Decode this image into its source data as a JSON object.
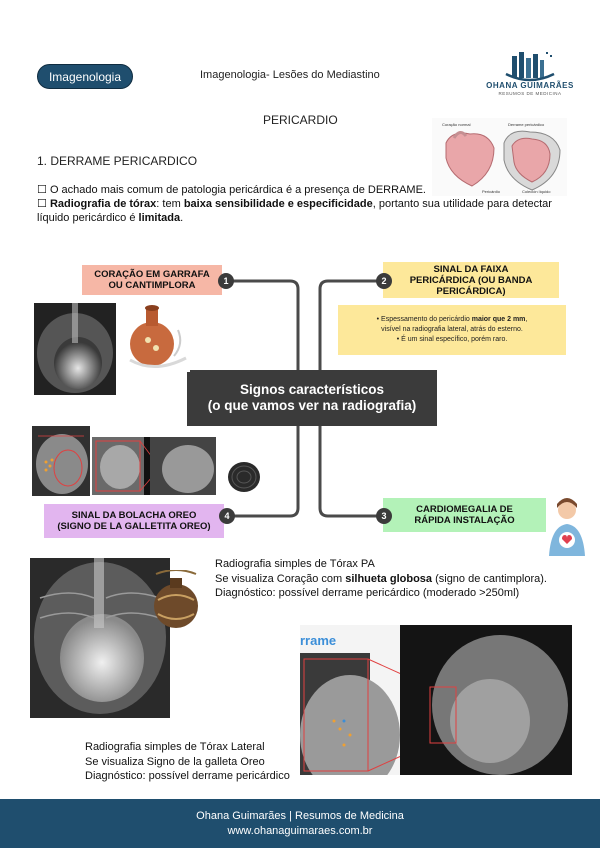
{
  "header": {
    "pill_label": "Imagenologia",
    "title": "Imagenologia- Lesões do Mediastino",
    "logo_name": "OHANA GUIMARÃES",
    "logo_sub": "RESUMOS DE MEDICINA"
  },
  "section_title": "PERICARDIO",
  "heading": "1.  DERRAME PERICARDICO",
  "heart_figure": {
    "label_left": "Coração normal",
    "label_right": "Derrame pericárdico",
    "label_bottom_left": "Pericárdio",
    "label_bottom_right": "Coleción líquido"
  },
  "paragraphs": {
    "p1": "O achado mais comum de patologia pericárdica é a presença de DERRAME.",
    "p2_bold1": "Radiografia de tórax",
    "p2_t1": ": tem ",
    "p2_bold2": "baixa sensibilidade e especificidade",
    "p2_t2": ", portanto sua utilidade para detectar líquido pericárdico é ",
    "p2_bold3": "limitada",
    "p2_t3": "."
  },
  "mindmap": {
    "central_line1": "Signos característicos",
    "central_line2": "(o que vamos ver na radiografia)",
    "n1": "1",
    "n2": "2",
    "n3": "3",
    "n4": "4",
    "b1_line1": "CORAÇÃO EM GARRAFA",
    "b1_line2": "OU CANTIMPLORA",
    "b2_line1": "SINAL DA FAIXA",
    "b2_line2": "PERICÁRDICA (OU BANDA",
    "b2_line3": "PERICÁRDICA)",
    "b2_detail_t1": "Espessamento do pericárdio ",
    "b2_detail_bold": "maior que 2 mm",
    "b2_detail_t2": ",",
    "b2_detail_line2": "visível na radiografia lateral, atrás do esterno.",
    "b2_detail_line3": "É um sinal específico, porém raro.",
    "b3_line1": "CARDIOMEGALIA DE",
    "b3_line2": "RÁPIDA INSTALAÇÃO",
    "b4_line1": "SINAL DA BOLACHA OREO",
    "b4_line2": "(SIGNO DE LA GALLETITA OREO)"
  },
  "caption1": {
    "line1": "Radiografia simples de Tórax PA",
    "line2_t1": "Se visualiza Coração com ",
    "line2_bold": "silhueta globosa",
    "line2_t2": " (signo de cantimplora).",
    "line3": "Diagnóstico: possível derrame pericárdico (moderado >250ml)"
  },
  "xray_lateral_label": "rrame",
  "caption2": {
    "line1": "Radiografia simples de Tórax Lateral",
    "line2": "Se visualiza Signo de la galleta Oreo",
    "line3": "Diagnóstico: possível derrame pericárdico"
  },
  "footer": {
    "line1": "Ohana Guimarães | Resumos de Medicina",
    "line2": "www.ohanaguimaraes.com.br"
  },
  "colors": {
    "primary": "#1f4e6e",
    "box1": "#f6b7a6",
    "box2": "#fde89a",
    "box3": "#b3f2b8",
    "box4": "#e2b5ef",
    "central": "#3b3b3b"
  }
}
